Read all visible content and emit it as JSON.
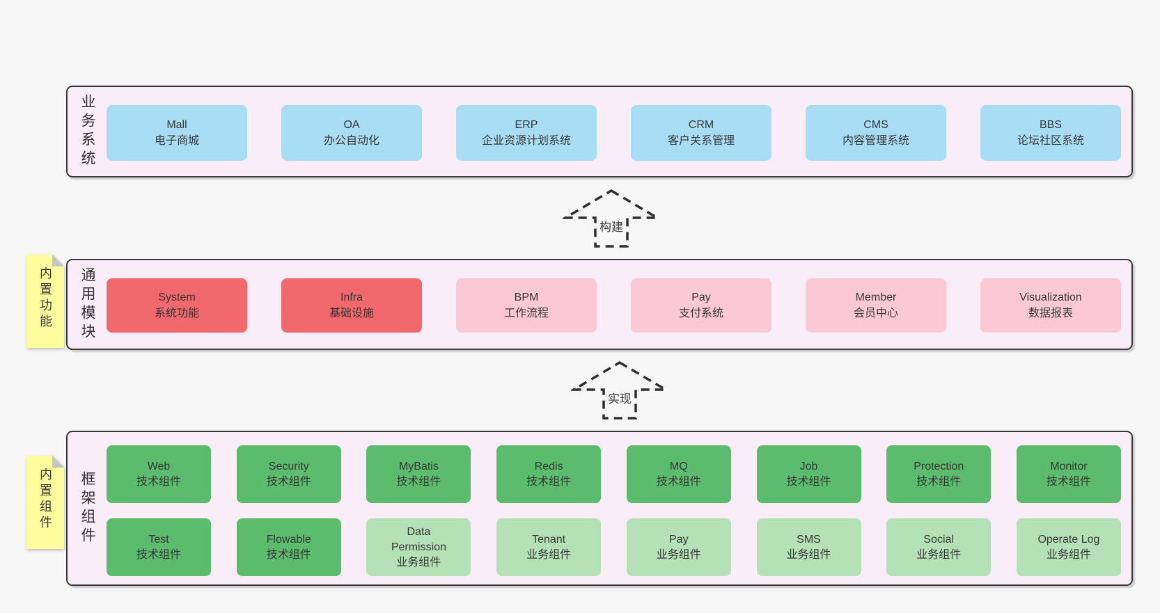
{
  "colors": {
    "page_bg": "#f7f7f7",
    "band_bg": "#f9eef8",
    "band_border": "#3a3a3a",
    "box_blue": "#a8ddf5",
    "box_red": "#f2696d",
    "box_pink": "#fbc9d3",
    "box_green_dark": "#5abc6c",
    "box_green_light": "#b4e1b6",
    "note_yellow": "#fdfd9e",
    "note_fold_gray": "#c6c6c6",
    "text": "#3a3a3a"
  },
  "bands": [
    {
      "label": "业务系统",
      "boxes": [
        {
          "title": "Mall",
          "subtitle": "电子商城"
        },
        {
          "title": "OA",
          "subtitle": "办公自动化"
        },
        {
          "title": "ERP",
          "subtitle": "企业资源计划系统"
        },
        {
          "title": "CRM",
          "subtitle": "客户关系管理"
        },
        {
          "title": "CMS",
          "subtitle": "内容管理系统"
        },
        {
          "title": "BBS",
          "subtitle": "论坛社区系统"
        }
      ]
    },
    {
      "label": "通用模块",
      "note": "内置功能",
      "boxes": [
        {
          "title": "System",
          "subtitle": "系统功能"
        },
        {
          "title": "Infra",
          "subtitle": "基础设施"
        },
        {
          "title": "BPM",
          "subtitle": "工作流程"
        },
        {
          "title": "Pay",
          "subtitle": "支付系统"
        },
        {
          "title": "Member",
          "subtitle": "会员中心"
        },
        {
          "title": "Visualization",
          "subtitle": "数据报表"
        }
      ]
    },
    {
      "label": "框架组件",
      "note": "内置组件",
      "rows": [
        [
          {
            "title": "Web",
            "subtitle": "技术组件"
          },
          {
            "title": "Security",
            "subtitle": "技术组件"
          },
          {
            "title": "MyBatis",
            "subtitle": "技术组件"
          },
          {
            "title": "Redis",
            "subtitle": "技术组件"
          },
          {
            "title": "MQ",
            "subtitle": "技术组件"
          },
          {
            "title": "Job",
            "subtitle": "技术组件"
          },
          {
            "title": "Protection",
            "subtitle": "技术组件"
          },
          {
            "title": "Monitor",
            "subtitle": "技术组件"
          }
        ],
        [
          {
            "title": "Test",
            "subtitle": "技术组件"
          },
          {
            "title": "Flowable",
            "subtitle": "技术组件"
          },
          {
            "title": "Data Permission",
            "subtitle": "业务组件"
          },
          {
            "title": "Tenant",
            "subtitle": "业务组件"
          },
          {
            "title": "Pay",
            "subtitle": "业务组件"
          },
          {
            "title": "SMS",
            "subtitle": "业务组件"
          },
          {
            "title": "Social",
            "subtitle": "业务组件"
          },
          {
            "title": "Operate Log",
            "subtitle": "业务组件"
          }
        ]
      ]
    }
  ],
  "arrows": [
    {
      "label": "构建"
    },
    {
      "label": "实现"
    }
  ]
}
